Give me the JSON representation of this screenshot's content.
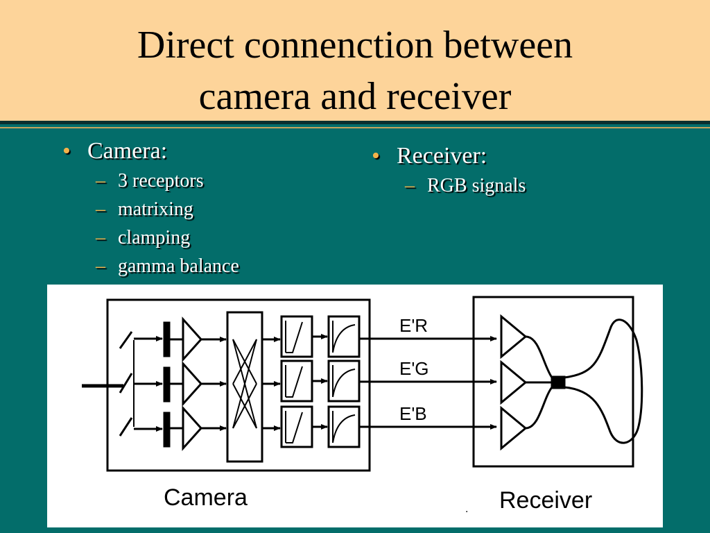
{
  "slide": {
    "title_line1": "Direct connenction between",
    "title_line2": "camera and receiver"
  },
  "bullets": {
    "camera": {
      "label": "Camera:",
      "items": [
        "3 receptors",
        "matrixing",
        "clamping",
        "gamma balance"
      ]
    },
    "receiver": {
      "label": "Receiver:",
      "items": [
        "RGB signals"
      ]
    }
  },
  "diagram": {
    "signals": [
      "E'R",
      "E'G",
      "E'B"
    ],
    "camera_label": "Camera",
    "receiver_label": "Receiver",
    "dot_mark": "."
  },
  "colors": {
    "background": "#036d6a",
    "title_band": "#fdd49a",
    "bullet": "#f3b24a",
    "text": "#ffffff"
  }
}
